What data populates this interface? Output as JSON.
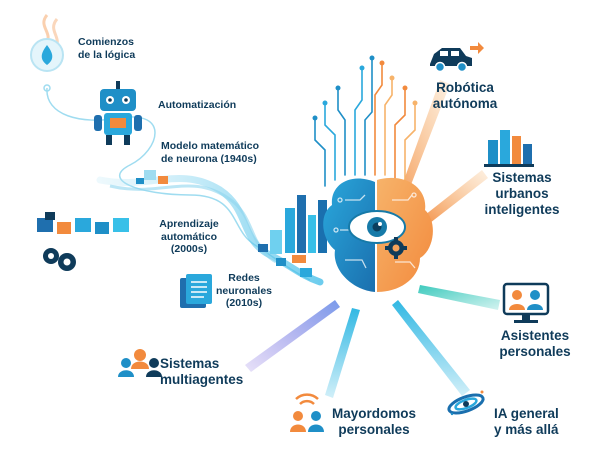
{
  "timeline": [
    {
      "id": "logic",
      "lines": [
        "Comienzos",
        "de la lógica"
      ],
      "icon": "flame-drop-icon"
    },
    {
      "id": "automation",
      "lines": [
        "Automatización"
      ],
      "icon": "robot-icon"
    },
    {
      "id": "neuron",
      "lines": [
        "Modelo matemático",
        "de neurona (1940s)"
      ],
      "icon": "neuron-icon"
    },
    {
      "id": "ml",
      "lines": [
        "Aprendizaje",
        "automático",
        "(2000s)"
      ],
      "icon": "blocks-gears-icon"
    },
    {
      "id": "nets",
      "lines": [
        "Redes",
        "neuronales",
        "(2010s)"
      ],
      "icon": "documents-icon"
    }
  ],
  "branches": [
    {
      "id": "robotics",
      "lines": [
        "Robótica",
        "autónoma"
      ],
      "icon": "car-icon",
      "color": "#f0883a"
    },
    {
      "id": "urban",
      "lines": [
        "Sistemas",
        "urbanos",
        "inteligentes"
      ],
      "icon": "city-icon",
      "color": "#f6a85c"
    },
    {
      "id": "assistants",
      "lines": [
        "Asistentes",
        "personales"
      ],
      "icon": "assistant-monitor-icon",
      "color": "#2fc6b8"
    },
    {
      "id": "agi",
      "lines": [
        "IA general",
        "y más allá"
      ],
      "icon": "galaxy-icon",
      "color": "#1aa8d8"
    },
    {
      "id": "butlers",
      "lines": [
        "Mayordomos",
        "personales"
      ],
      "icon": "people-signal-icon",
      "color": "#3fbde0"
    },
    {
      "id": "multiagent",
      "lines": [
        "Sistemas",
        "multiagentes"
      ],
      "icon": "group-icon",
      "color": "#7a6fe0"
    }
  ],
  "colors": {
    "text": "#0f3b5a",
    "brain_left": "#1f8fc7",
    "brain_right": "#f5a25a",
    "eye": "#167aa8",
    "accent_teal": "#24b7d4"
  }
}
